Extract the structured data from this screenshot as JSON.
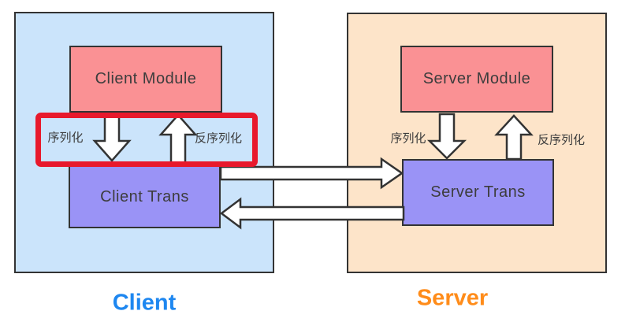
{
  "client": {
    "caption": "Client",
    "module_label": "Client Module",
    "trans_label": "Client Trans",
    "serialize_label": "序列化",
    "deserialize_label": "反序列化"
  },
  "server": {
    "caption": "Server",
    "module_label": "Server Module",
    "trans_label": "Server Trans",
    "serialize_label": "序列化",
    "deserialize_label": "反序列化"
  },
  "colors": {
    "client_container_bg": "#cbe4fb",
    "server_container_bg": "#fde4c9",
    "module_bg": "#fa9194",
    "trans_bg": "#9a93f6",
    "highlight_border": "#e8192c",
    "outline": "#333333",
    "client_caption": "#1e87f0",
    "server_caption": "#ff8c1a",
    "arrow_fill": "#ffffff"
  }
}
